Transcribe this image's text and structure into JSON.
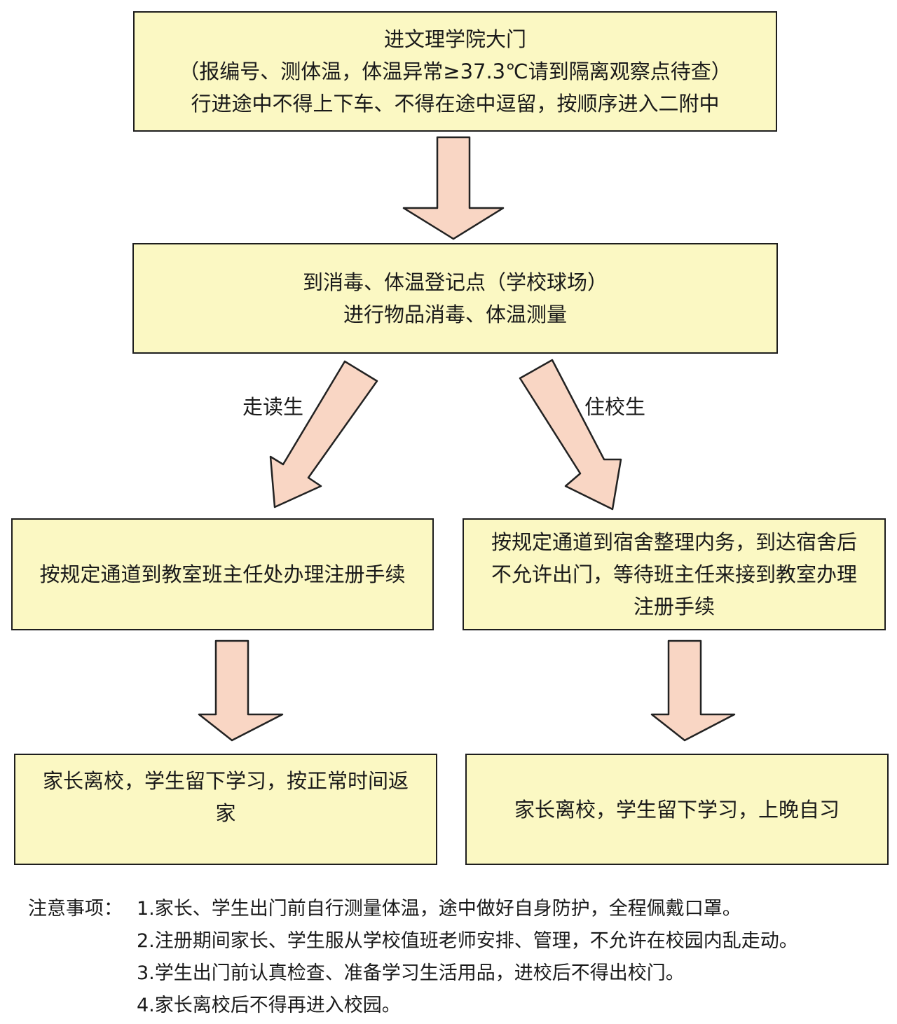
{
  "box_entry": {
    "line1": "进文理学院大门",
    "line2": "（报编号、测体温，体温异常≥37.3℃请到隔离观察点待查）",
    "line3": "行进途中不得上下车、不得在途中逗留，按顺序进入二附中"
  },
  "box_disinfect": {
    "line1": "到消毒、体温登记点（学校球场）",
    "line2": "进行物品消毒、体温测量"
  },
  "branch_labels": {
    "day": "走读生",
    "boarding": "住校生"
  },
  "box_day_register": {
    "line1": "按规定通道到教室班主任处办理注册手续"
  },
  "box_boarding_register": {
    "line1": "按规定通道到宿舍整理内务，到达宿舍后",
    "line2": "不允许出门，等待班主任来接到教室办理",
    "line3": "注册手续"
  },
  "box_day_end": {
    "line1": "家长离校，学生留下学习，按正常时间返",
    "line2": "家"
  },
  "box_boarding_end": {
    "line1": "家长离校，学生留下学习，上晚自习"
  },
  "notes": {
    "label": "注意事项：",
    "items": [
      "1.家长、学生出门前自行测量体温，途中做好自身防护，全程佩戴口罩。",
      "2.注册期间家长、学生服从学校值班老师安排、管理，不允许在校园内乱走动。",
      "3.学生出门前认真检查、准备学习生活用品，进校后不得出校门。",
      "4.家长离校后不得再进入校园。"
    ]
  },
  "colors": {
    "box_fill": "#fbf8c3",
    "arrow_fill": "#f9d6c4",
    "border": "#1e1e1e"
  }
}
